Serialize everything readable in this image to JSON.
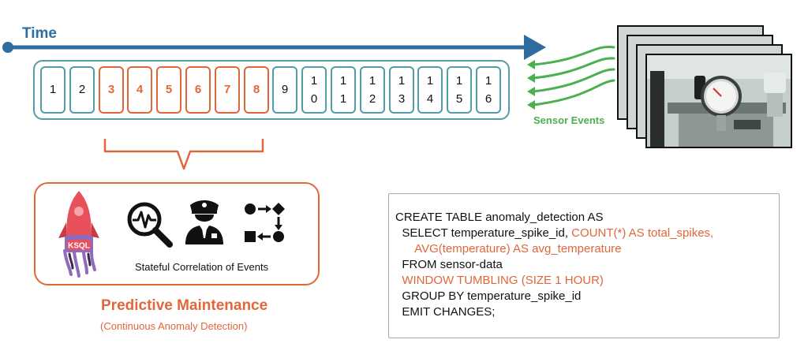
{
  "timeline": {
    "label": "Time",
    "slots": [
      {
        "text": "1",
        "highlighted": false
      },
      {
        "text": "2",
        "highlighted": false
      },
      {
        "text": "3",
        "highlighted": true
      },
      {
        "text": "4",
        "highlighted": true
      },
      {
        "text": "5",
        "highlighted": true
      },
      {
        "text": "6",
        "highlighted": true
      },
      {
        "text": "7",
        "highlighted": true
      },
      {
        "text": "8",
        "highlighted": true
      },
      {
        "text": "9",
        "highlighted": false
      },
      {
        "text": "10",
        "highlighted": false
      },
      {
        "text": "11",
        "highlighted": false
      },
      {
        "text": "12",
        "highlighted": false
      },
      {
        "text": "13",
        "highlighted": false
      },
      {
        "text": "14",
        "highlighted": false
      },
      {
        "text": "15",
        "highlighted": false
      },
      {
        "text": "16",
        "highlighted": false
      }
    ]
  },
  "sensor": {
    "label": "Sensor Events"
  },
  "maintenance": {
    "ksql_logo_text": "KSQL",
    "stateful_label": "Stateful Correlation of Events",
    "title": "Predictive Maintenance",
    "subtitle": "(Continuous Anomaly Detection)",
    "icons": [
      "ksql-rocket-icon",
      "anomaly-magnifier-icon",
      "police-officer-icon",
      "flow-shapes-icon"
    ]
  },
  "query": {
    "lines": [
      {
        "segments": [
          {
            "text": "CREATE TABLE anomaly_detection AS",
            "orange": false
          }
        ]
      },
      {
        "segments": [
          {
            "text": "  SELECT temperature_spike_id, ",
            "orange": false
          },
          {
            "text": "COUNT(*) AS total_spikes,",
            "orange": true
          }
        ]
      },
      {
        "segments": [
          {
            "text": "      AVG(temperature) AS avg_temperature",
            "orange": true
          }
        ]
      },
      {
        "segments": [
          {
            "text": "  FROM sensor-data",
            "orange": false
          }
        ]
      },
      {
        "segments": [
          {
            "text": "  WINDOW TUMBLING (SIZE 1 HOUR)",
            "orange": true
          }
        ]
      },
      {
        "segments": [
          {
            "text": "  GROUP BY temperature_spike_id",
            "orange": false
          }
        ]
      },
      {
        "segments": [
          {
            "text": "  EMIT CHANGES;",
            "orange": false
          }
        ]
      }
    ]
  },
  "colors": {
    "timeline": "#2f6da0",
    "highlight": "#e0673a",
    "stream": "#4f9ea8",
    "sensor": "#4caf50"
  }
}
